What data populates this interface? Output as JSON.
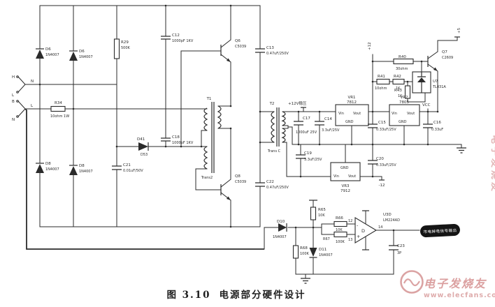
{
  "colors": {
    "ink": "#2b2b2b",
    "watermark": "#c97f7f",
    "output_box_bg": "#151515"
  },
  "caption": {
    "figure": "图 3.10",
    "title": "电源部分硬件设计"
  },
  "watermark": {
    "brand": "电子发烧友",
    "url": "www.elecfans.com",
    "side_text": "电子发烧友"
  },
  "connectors": {
    "j1": {
      "top": "H",
      "bottom": "L",
      "net": "N"
    },
    "j2": {
      "top": "B",
      "bottom": "N",
      "net": "L"
    }
  },
  "rails": {
    "p12_sense": "+12V稳压",
    "p12": "+12",
    "p5": "+5",
    "n12": "-12",
    "vcc": "VCC"
  },
  "regulator_pins": {
    "vin": "Vin",
    "vout": "Vout",
    "gnd": "GND"
  },
  "output_label": "市电掉电信号输出",
  "opamp": {
    "pin_inv": "12",
    "pin_noninv": "13",
    "pin_out": "14",
    "sign_inv": "-",
    "sign_noninv": "+",
    "unit": "D"
  },
  "components": {
    "d6a": {
      "ref": "D6",
      "val": "1N4007"
    },
    "d6b": {
      "ref": "D6",
      "val": "1N4007"
    },
    "d8a": {
      "ref": "D8",
      "val": "1N4007"
    },
    "d8b": {
      "ref": "D8",
      "val": "1N4007"
    },
    "r29": {
      "ref": "R29",
      "val": "500K"
    },
    "r34": {
      "ref": "R34",
      "val": "10ohm 1W"
    },
    "c21": {
      "ref": "C21",
      "val": "0.01uF/50V"
    },
    "dh": {
      "ref": "D41",
      "val": "D53"
    },
    "c12": {
      "ref": "C12",
      "val": "1000pF 1KV"
    },
    "c18": {
      "ref": "C18",
      "val": "1000pF 1KV"
    },
    "q6": {
      "ref": "Q6",
      "val": "C5039"
    },
    "q8": {
      "ref": "Q8",
      "val": "C5039"
    },
    "c13": {
      "ref": "C13",
      "val": "0.47uF/250V"
    },
    "c22": {
      "ref": "C22",
      "val": "0.47uF/250V"
    },
    "t1": {
      "ref": "T1",
      "val": "Trans2"
    },
    "t2": {
      "ref": "T2",
      "val": "Trans C"
    },
    "c17": {
      "ref": "C17",
      "val": "1000uF 25V"
    },
    "c14": {
      "ref": "C14",
      "val": "3.3uF/25V"
    },
    "c19": {
      "ref": "C19",
      "val": "3.3uF/25V"
    },
    "c15": {
      "ref": "C15",
      "val": "0.33uF/25V"
    },
    "c16": {
      "ref": "C16",
      "val": "0.33uF"
    },
    "c20": {
      "ref": "C20",
      "val": "0.33uF/25V"
    },
    "vr1": {
      "ref": "VR1",
      "val": "7812"
    },
    "vr2": {
      "ref": "VR2",
      "val": "7805"
    },
    "vr3": {
      "ref": "VR3",
      "val": "7912"
    },
    "r40": {
      "ref": "R40",
      "val": "30ohm"
    },
    "r41": {
      "ref": "R41",
      "val": "10ohm"
    },
    "r42": {
      "ref": "R42",
      "val": "1K"
    },
    "r43": {
      "ref": "R43",
      "val": "1K"
    },
    "u7": {
      "ref": "U7",
      "val": "TL431A"
    },
    "q7": {
      "ref": "Q7",
      "val": "C2609"
    },
    "r65": {
      "ref": "R65",
      "val": "10K"
    },
    "r66": {
      "ref": "R66",
      "val": "10K"
    },
    "r67": {
      "ref": "R67",
      "val": "100K"
    },
    "r68": {
      "ref": "R68",
      "val": "100K"
    },
    "d10": {
      "ref": "D10",
      "val": "1N4007"
    },
    "d11": {
      "ref": "D11",
      "val": "1N4007"
    },
    "u3": {
      "ref": "U3D",
      "val": "LM224AD"
    },
    "c23": {
      "ref": "C23",
      "val": "3P"
    }
  }
}
